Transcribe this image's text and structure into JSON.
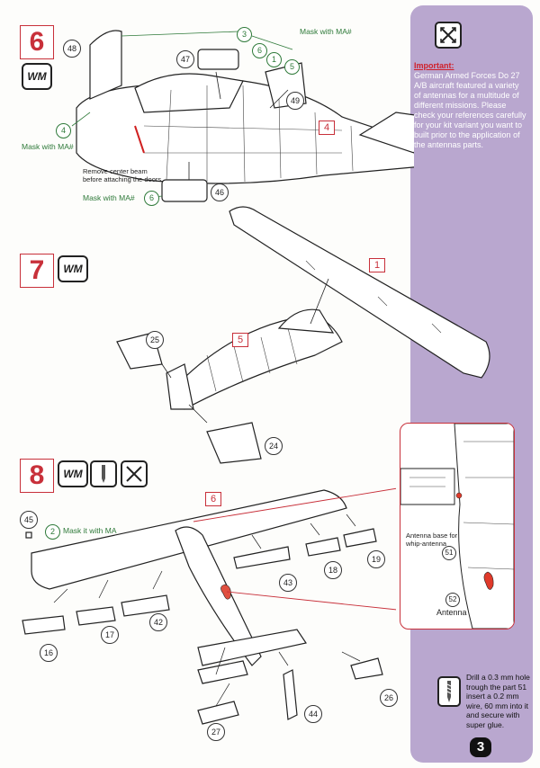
{
  "sidebar": {
    "important_title": "Important:",
    "important_text": "German Armed Forces Do 27 A/B aircraft featured a variety of antennas for a multitude of different missions. Please check your references carefully for your kit variant you want to built prior to the application of the antennas parts.",
    "drill_text": "Drill a 0.3 mm hole trough the part 51 insert a 0.2 mm wire, 60 mm into it and secure with super glue."
  },
  "page_number": "3",
  "steps": {
    "step6": {
      "number": "6",
      "icon": "WM",
      "parts": [
        "48",
        "47",
        "3",
        "6",
        "1",
        "5",
        "49",
        "4",
        "46",
        "6"
      ],
      "ref_box": "4",
      "notes": {
        "mask_top": "Mask with MA#",
        "mask_left": "Mask with MA#",
        "mask_bottom": "Mask with MA#",
        "remove_beam": "Remove center beam before attaching the doors."
      }
    },
    "step7": {
      "number": "7",
      "icon": "WM",
      "ref_boxes": [
        "1",
        "5"
      ],
      "parts": [
        "25",
        "24"
      ]
    },
    "step8": {
      "number": "8",
      "icon": "WM",
      "ref_box": "6",
      "mask_note": "Mask it with MA",
      "parts": [
        "45",
        "2",
        "43",
        "18",
        "19",
        "16",
        "17",
        "42",
        "27",
        "44",
        "26"
      ],
      "inset": {
        "antenna_base": "Antenna base for whip-antenna",
        "antenna_base_part": "51",
        "antenna_part": "52",
        "antenna_label": "Antenna"
      }
    }
  },
  "colors": {
    "accent_red": "#c8303a",
    "sidebar_purple": "#b9a7cf",
    "note_green": "#2f7a3a"
  }
}
